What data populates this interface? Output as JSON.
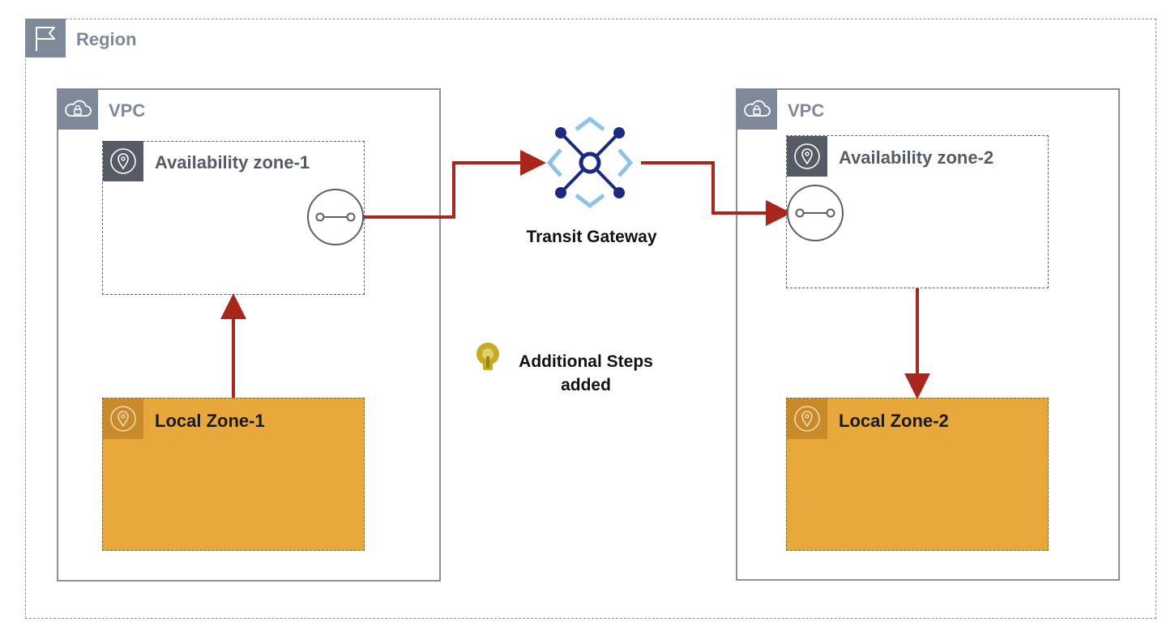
{
  "region": {
    "label": "Region",
    "icon": "flag-icon"
  },
  "vpcs": [
    {
      "label": "VPC",
      "icon": "cloud-lock-icon",
      "availability_zone": {
        "label": "Availability zone-1",
        "icon": "location-pin-icon"
      },
      "local_zone": {
        "label": "Local Zone-1",
        "icon": "location-pin-icon"
      },
      "endpoint_icon": "vpc-attachment-icon"
    },
    {
      "label": "VPC",
      "icon": "cloud-lock-icon",
      "availability_zone": {
        "label": "Availability zone-2",
        "icon": "location-pin-icon"
      },
      "local_zone": {
        "label": "Local Zone-2",
        "icon": "location-pin-icon"
      },
      "endpoint_icon": "vpc-attachment-icon"
    }
  ],
  "transit_gateway": {
    "label": "Transit Gateway",
    "icon": "transit-gateway-icon"
  },
  "note": {
    "line1": "Additional Steps",
    "line2": "added",
    "icon": "lightbulb-icon"
  },
  "colors": {
    "arrow": "#a8261c",
    "local_zone_fill": "#e8a73a",
    "group_gray": "#7d8998",
    "az_dark": "#545b64",
    "tgw_blue": "#1b2a80",
    "tgw_light": "#8cc4e8",
    "bulb": "#c8aa22"
  }
}
